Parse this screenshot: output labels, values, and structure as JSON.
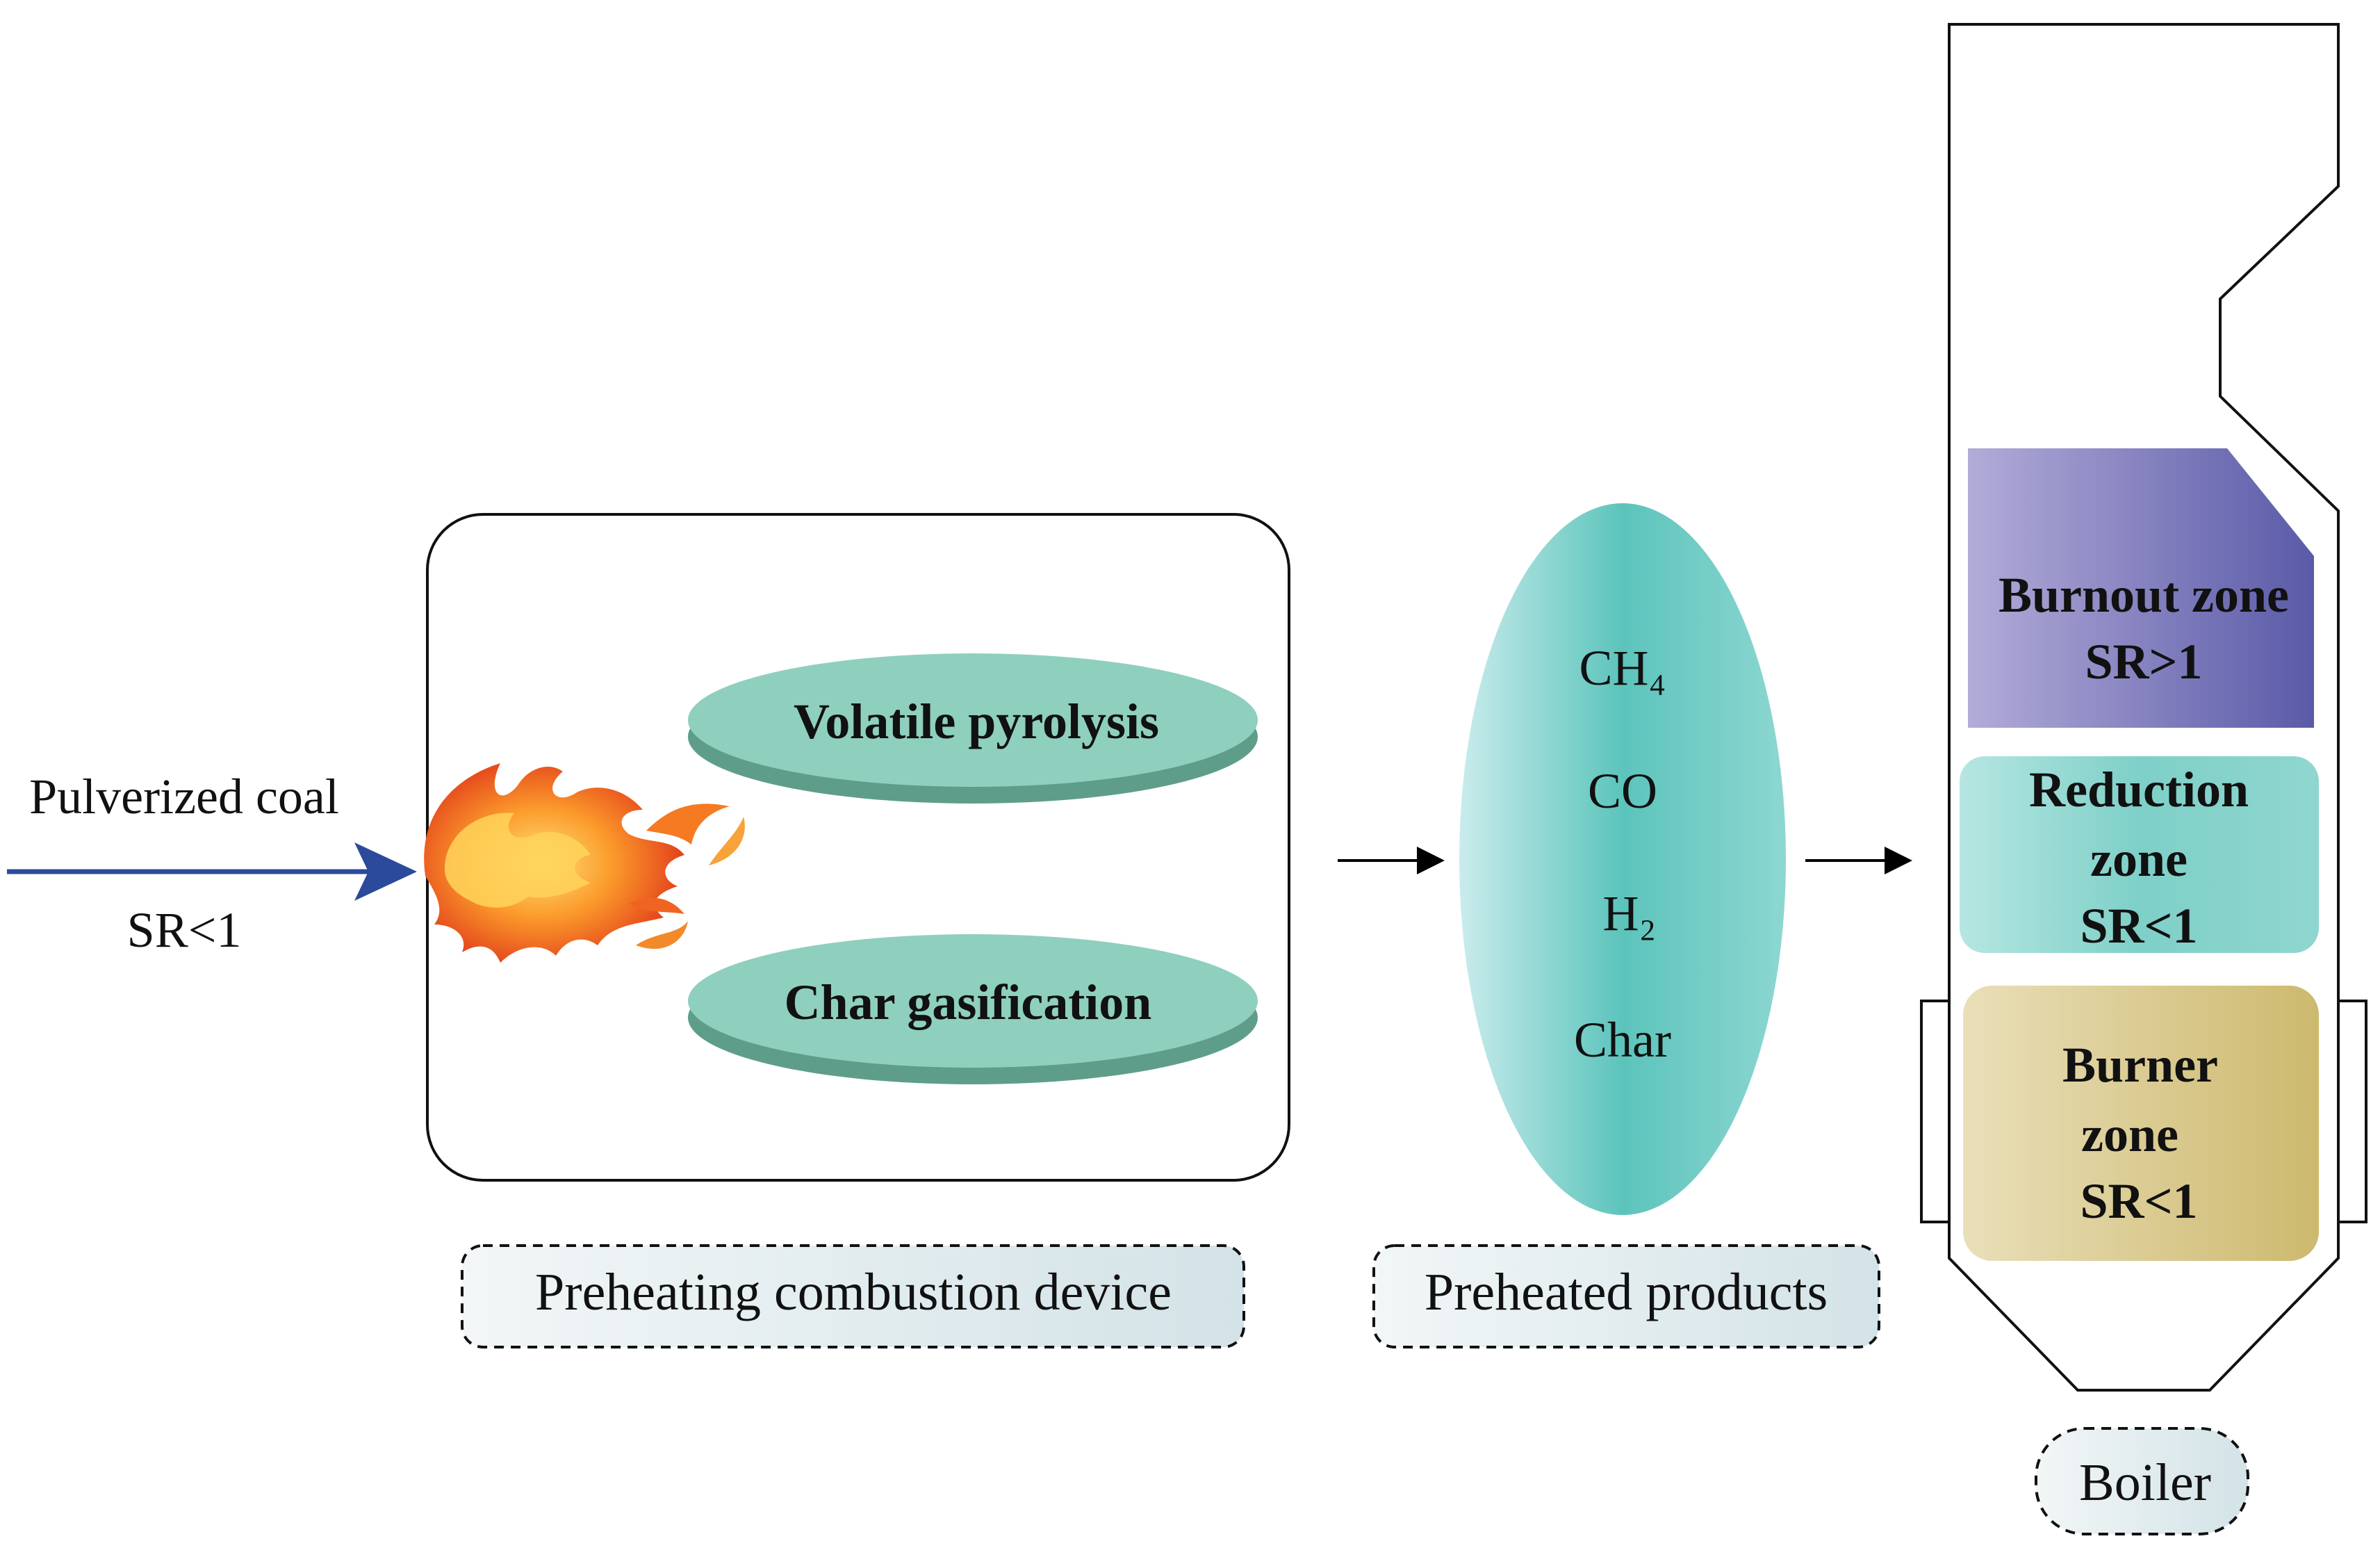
{
  "input": {
    "label": "Pulverized coal",
    "sr": "SR<1"
  },
  "device": {
    "caption": "Preheating combustion device",
    "disc_top": "Volatile pyrolysis",
    "disc_bottom": "Char gasification"
  },
  "products": {
    "caption": "Preheated products",
    "items": [
      "CH₄",
      "CO",
      "H₂",
      "Char"
    ]
  },
  "boiler": {
    "caption": "Boiler",
    "burnout": {
      "line1": "Burnout zone",
      "line2": "SR>1"
    },
    "reduction": {
      "line1": "Reduction",
      "line2": "zone",
      "line3": "SR<1"
    },
    "burner": {
      "line1": "Burner",
      "line2": "zone",
      "line3": "SR<1"
    }
  },
  "colors": {
    "arrow_blue": "#2b4a9b",
    "disc_teal": "#8fcfbe",
    "disc_teal_dark": "#5f9d8b",
    "ellipse_teal": "#5cc4bc",
    "burnout_start": "#b2acd8",
    "burnout_end": "#5a5aa8",
    "reduction_teal": "#7ed0c8",
    "burner_start": "#e9dfb9",
    "burner_end": "#cdb96e",
    "caption_fill": "#dde9ec"
  }
}
